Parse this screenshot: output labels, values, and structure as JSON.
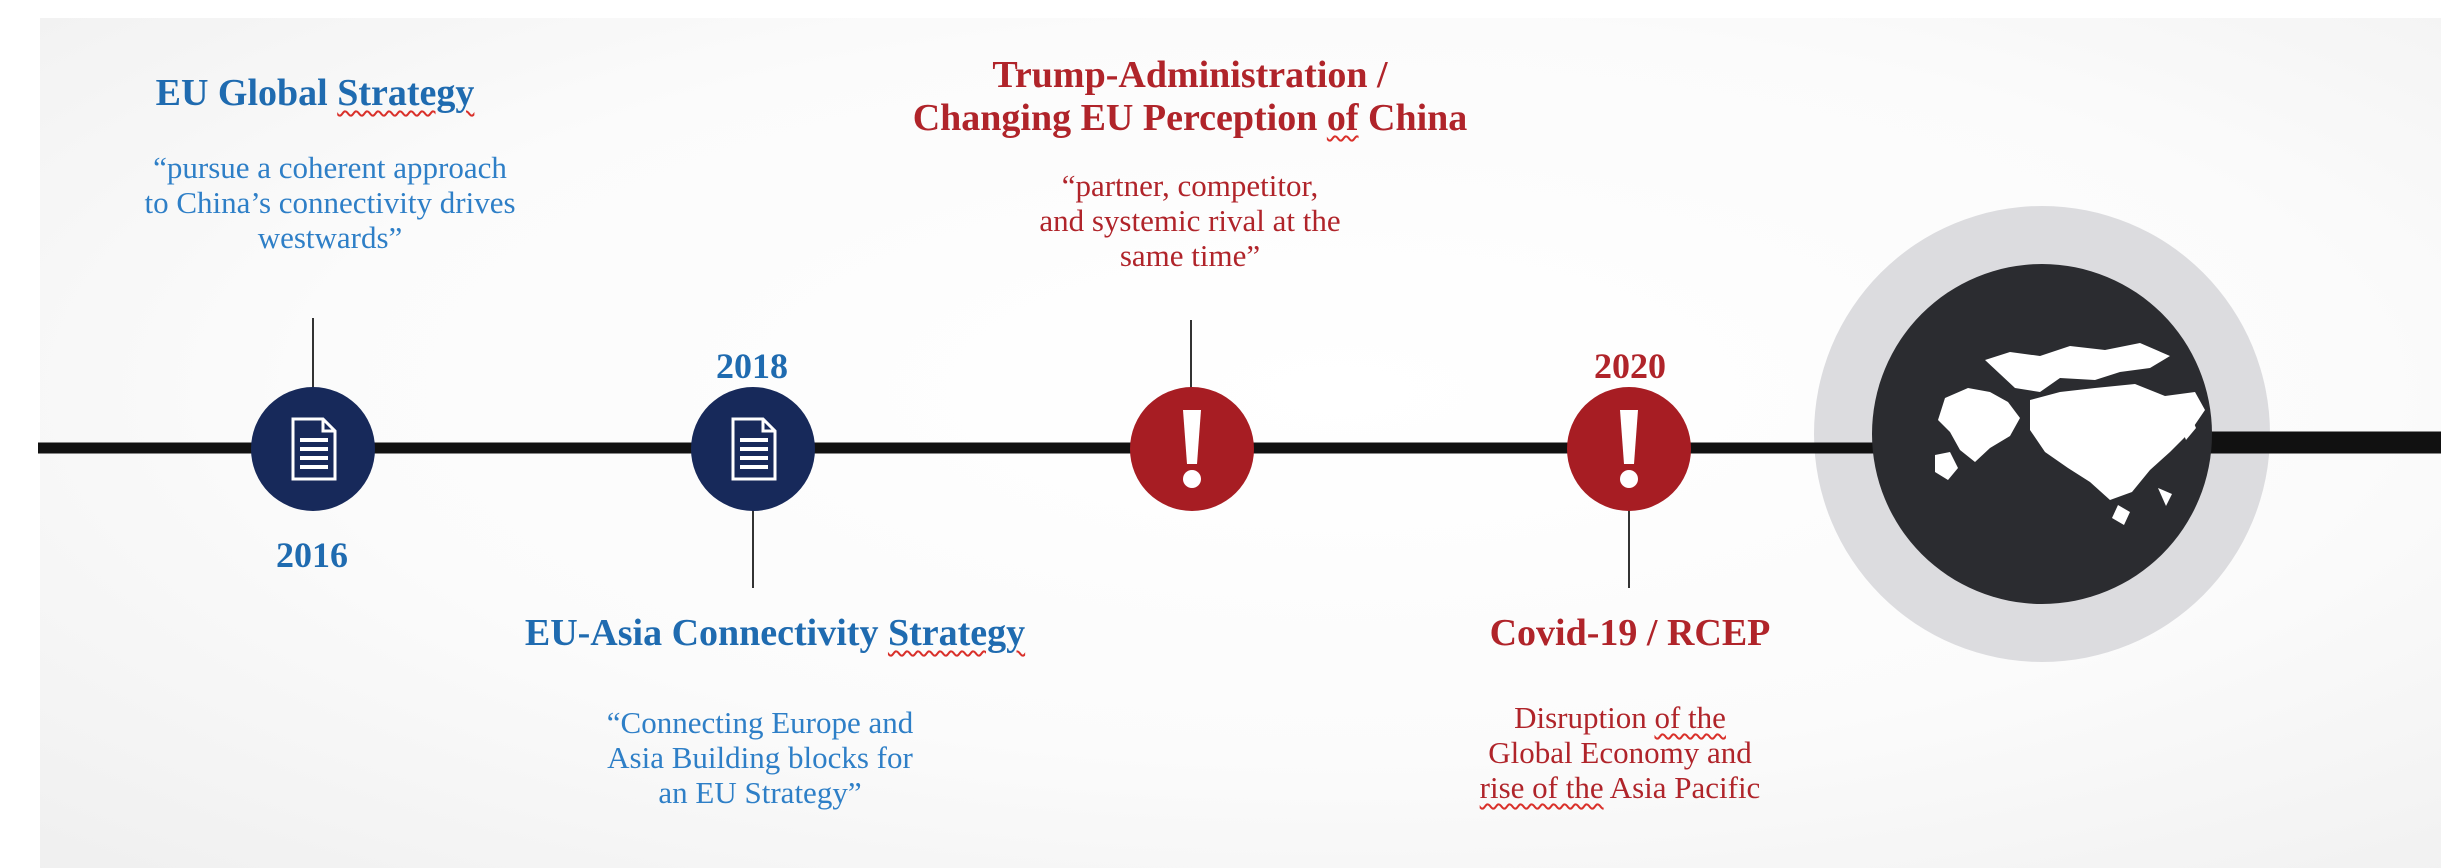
{
  "events": {
    "eu_global": {
      "year": "2016",
      "title_pre": "EU Global ",
      "title_wavy": "Strategy",
      "quote": [
        "“pursue a coherent approach",
        "to China’s connectivity drives",
        "westwards”"
      ]
    },
    "eu_asia": {
      "year": "2018",
      "title_pre": "EU-Asia Connectivity ",
      "title_wavy": "Strategy",
      "quote": [
        "“Connecting Europe and",
        "Asia Building blocks for",
        "an EU Strategy”"
      ]
    },
    "trump": {
      "title_line1": "Trump-Administration /",
      "title_line2_pre": "Changing EU Perception ",
      "title_line2_wavy": "of",
      "title_line2_post": " China",
      "quote": [
        "“partner, competitor,",
        "and systemic rival at the",
        "same time”"
      ]
    },
    "covid": {
      "year": "2020",
      "title": "Covid-19 / RCEP",
      "desc_line1_pre": "Disruption ",
      "desc_line1_wavy": "of the",
      "desc_line2": "Global Economy and",
      "desc_line3_wavy": "rise of the",
      "desc_line3_post": " Asia Pacific"
    }
  },
  "icons": {
    "document": "document-icon",
    "exclamation": "exclamation-icon",
    "globe": "world-map-icon"
  },
  "colors": {
    "navy": "#17295a",
    "red": "#a71d23",
    "blue_text": "#2e7fc7",
    "red_text": "#b0242a",
    "line": "#111111",
    "globe_outer": "#dcdcdf",
    "globe_inner": "#2b2c30"
  }
}
